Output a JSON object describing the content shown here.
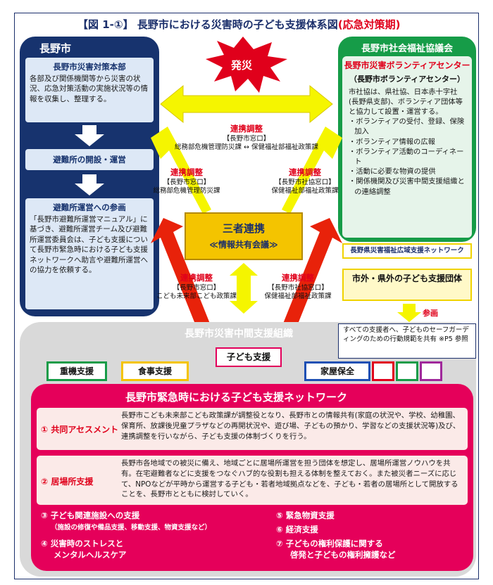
{
  "title": {
    "main": "【図 1-①】 長野市における災害時の子ども支援体系図",
    "emphasis": "(応急対策期)"
  },
  "city": {
    "title": "長野市",
    "box1": {
      "heading": "長野市災害対策本部",
      "body": "各部及び関係機関等から災害の状況、応急対策活動の実施状況等の情報を収集し、整理する。"
    },
    "box2": {
      "heading": "避難所の開設・運営"
    },
    "box3": {
      "heading": "避難所運営への参画",
      "body": "「長野市避難所運営マニュアル」に基づき、避難所運営チーム及び避難所運営委員会は、子ども支援について長野市緊急時における子ども支援ネットワークへ助言や避難所運営への協力を依頼する。"
    }
  },
  "disaster": "発災",
  "welfare": {
    "title": "長野市社会福祉協議会",
    "center_name": "長野市災害ボランティアセンター",
    "center_sub": "（長野市ボランティアセンター）",
    "body": "市社協は、県社協、日本赤十字社(長野県支部)、ボランティア団体等と協力して設置・運営する。",
    "bullets": [
      "・ボランティアの受付、登録、保険加入",
      "・ボランティア情報の広報",
      "・ボランティア活動のコーディネート",
      "・活動に必要な物資の提供",
      "・関係機関及び災害中間支援組織との連絡調整"
    ]
  },
  "pref_network": "長野県災害福祉広域支援ネットワーク",
  "outside_groups": "市外・県外の子ども支援団体",
  "participation": "参画",
  "coordination": {
    "top": {
      "title": "連携調整",
      "line1": "【長野市窓口】",
      "line2": "総務部危機管理防災課 ↔ 保健福祉部福祉政策課"
    },
    "left": {
      "title": "連携調整",
      "line1": "【長野市窓口】",
      "line2": "総務部危機管理防災課"
    },
    "right": {
      "title": "連携調整",
      "line1": "【長野市社協窓口】",
      "line2": "保健福祉部福祉政策課"
    },
    "bottom_left": {
      "title": "連携調整",
      "line1": "【長野市窓口】",
      "line2": "こども未来部こども政策課"
    },
    "bottom_right": {
      "title": "連携調整",
      "line1": "【長野市社協窓口】",
      "line2": "保健福祉部福祉政策課"
    }
  },
  "tripartite": {
    "title": "三者連携",
    "subtitle": "≪情報共有会議≫"
  },
  "intermediate": {
    "title": "長野市災害中間支援組織",
    "child_support": "子ども支援",
    "note": "すべての支援者へ、子どものセーフガーディングのための行動規範を共有 ※P5 参照",
    "tags": [
      "重機支援",
      "食事支援",
      "家屋保全"
    ]
  },
  "network": {
    "title": "長野市緊急時における子ども支援ネットワーク",
    "row1": {
      "label": "① 共同アセスメント",
      "text": "長野市こども未来部こども政策課が調整役となり、長野市との情報共有(家庭の状況や、学校、幼稚園、保育所、放課後児童プラザなどの再開状況や、遊び場、子どもの預かり、学習などの支援状況等)及び、連携調整を行いながら、子ども支援の体制づくりを行う。"
    },
    "row2": {
      "label": "② 居場所支援",
      "text": "長野市各地域での被災に備え、地域ごとに居場所運営を担う団体を想定し、居場所運営ノウハウを共有。在宅避難者などに支援をつなぐハブ的な役割も担える体制を整えておく。また被災者ニーズに応じて、NPOなどが平時から運営する子ども・若者地域拠点などを、子ども・若者の居場所として開放することを、長野市とともに検討していく。"
    },
    "items": {
      "i3": "③ 子ども関連施設への支援",
      "i3_sub": "（施設の修復や備品支援、移動支援、物資支援など）",
      "i4a": "④ 災害時のストレスと",
      "i4b": "メンタルヘルスケア",
      "i5": "⑤ 緊急物資支援",
      "i6": "⑥ 経済支援",
      "i7a": "⑦ 子どもの権利保護に関する",
      "i7b": "啓発と子どもの権利擁護など"
    }
  },
  "colors": {
    "navy": "#17336e",
    "green": "#169c48",
    "pink": "#e5005a",
    "red": "#e0001b",
    "yellow": "#f4c400"
  }
}
